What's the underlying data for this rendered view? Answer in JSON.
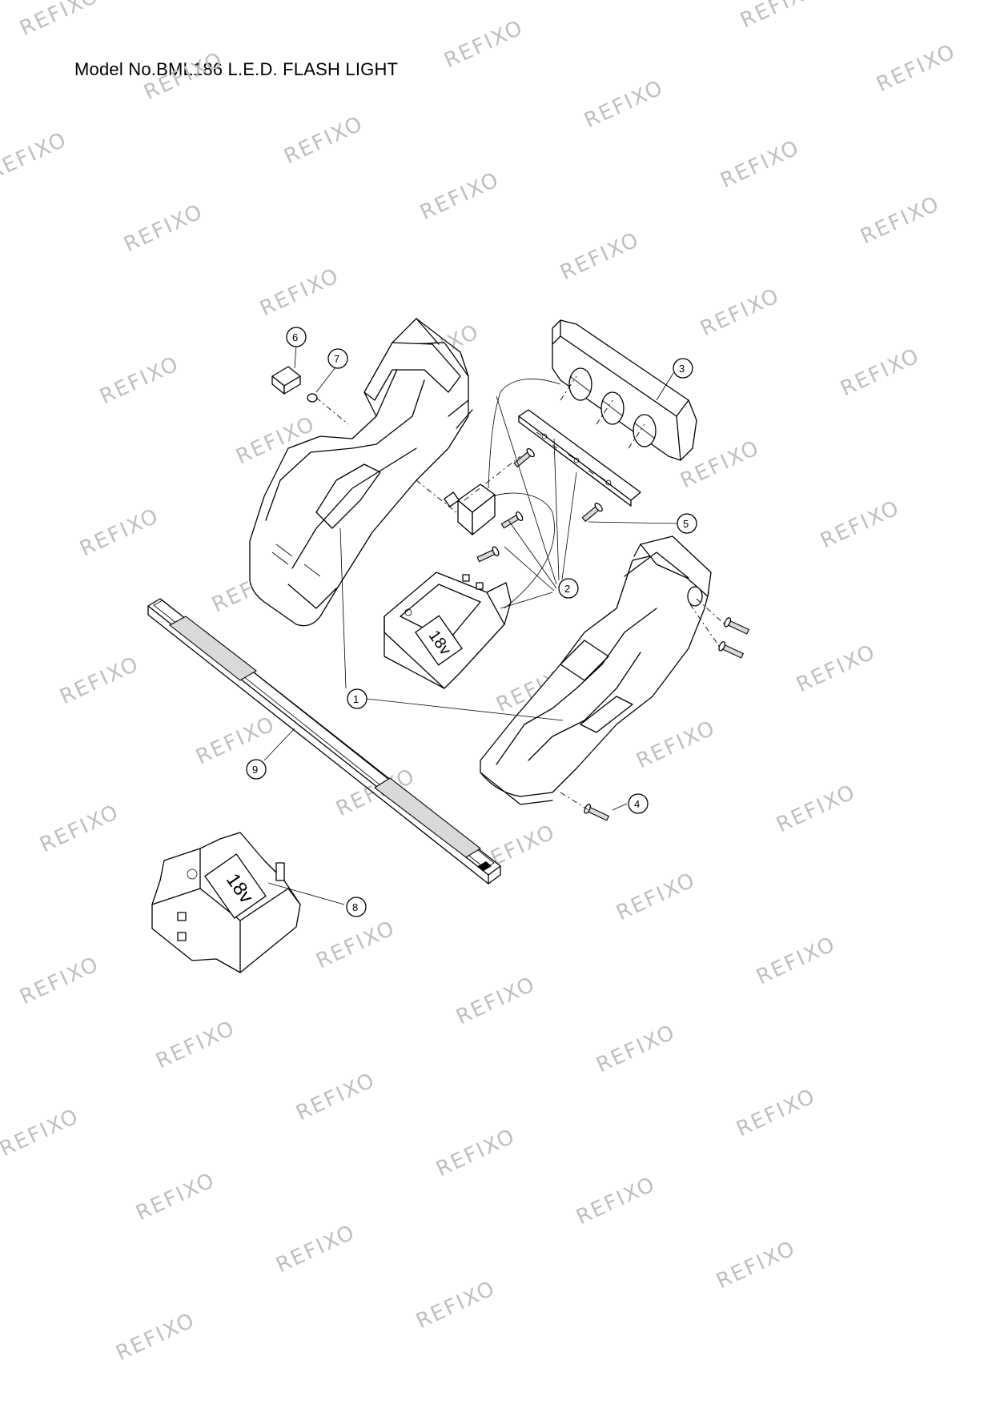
{
  "title": "Model No.BML186 L.E.D. FLASH LIGHT",
  "watermark": "REFIXO",
  "battery_label": "18v",
  "callouts": [
    "1",
    "2",
    "3",
    "4",
    "5",
    "6",
    "7",
    "8",
    "9"
  ]
}
